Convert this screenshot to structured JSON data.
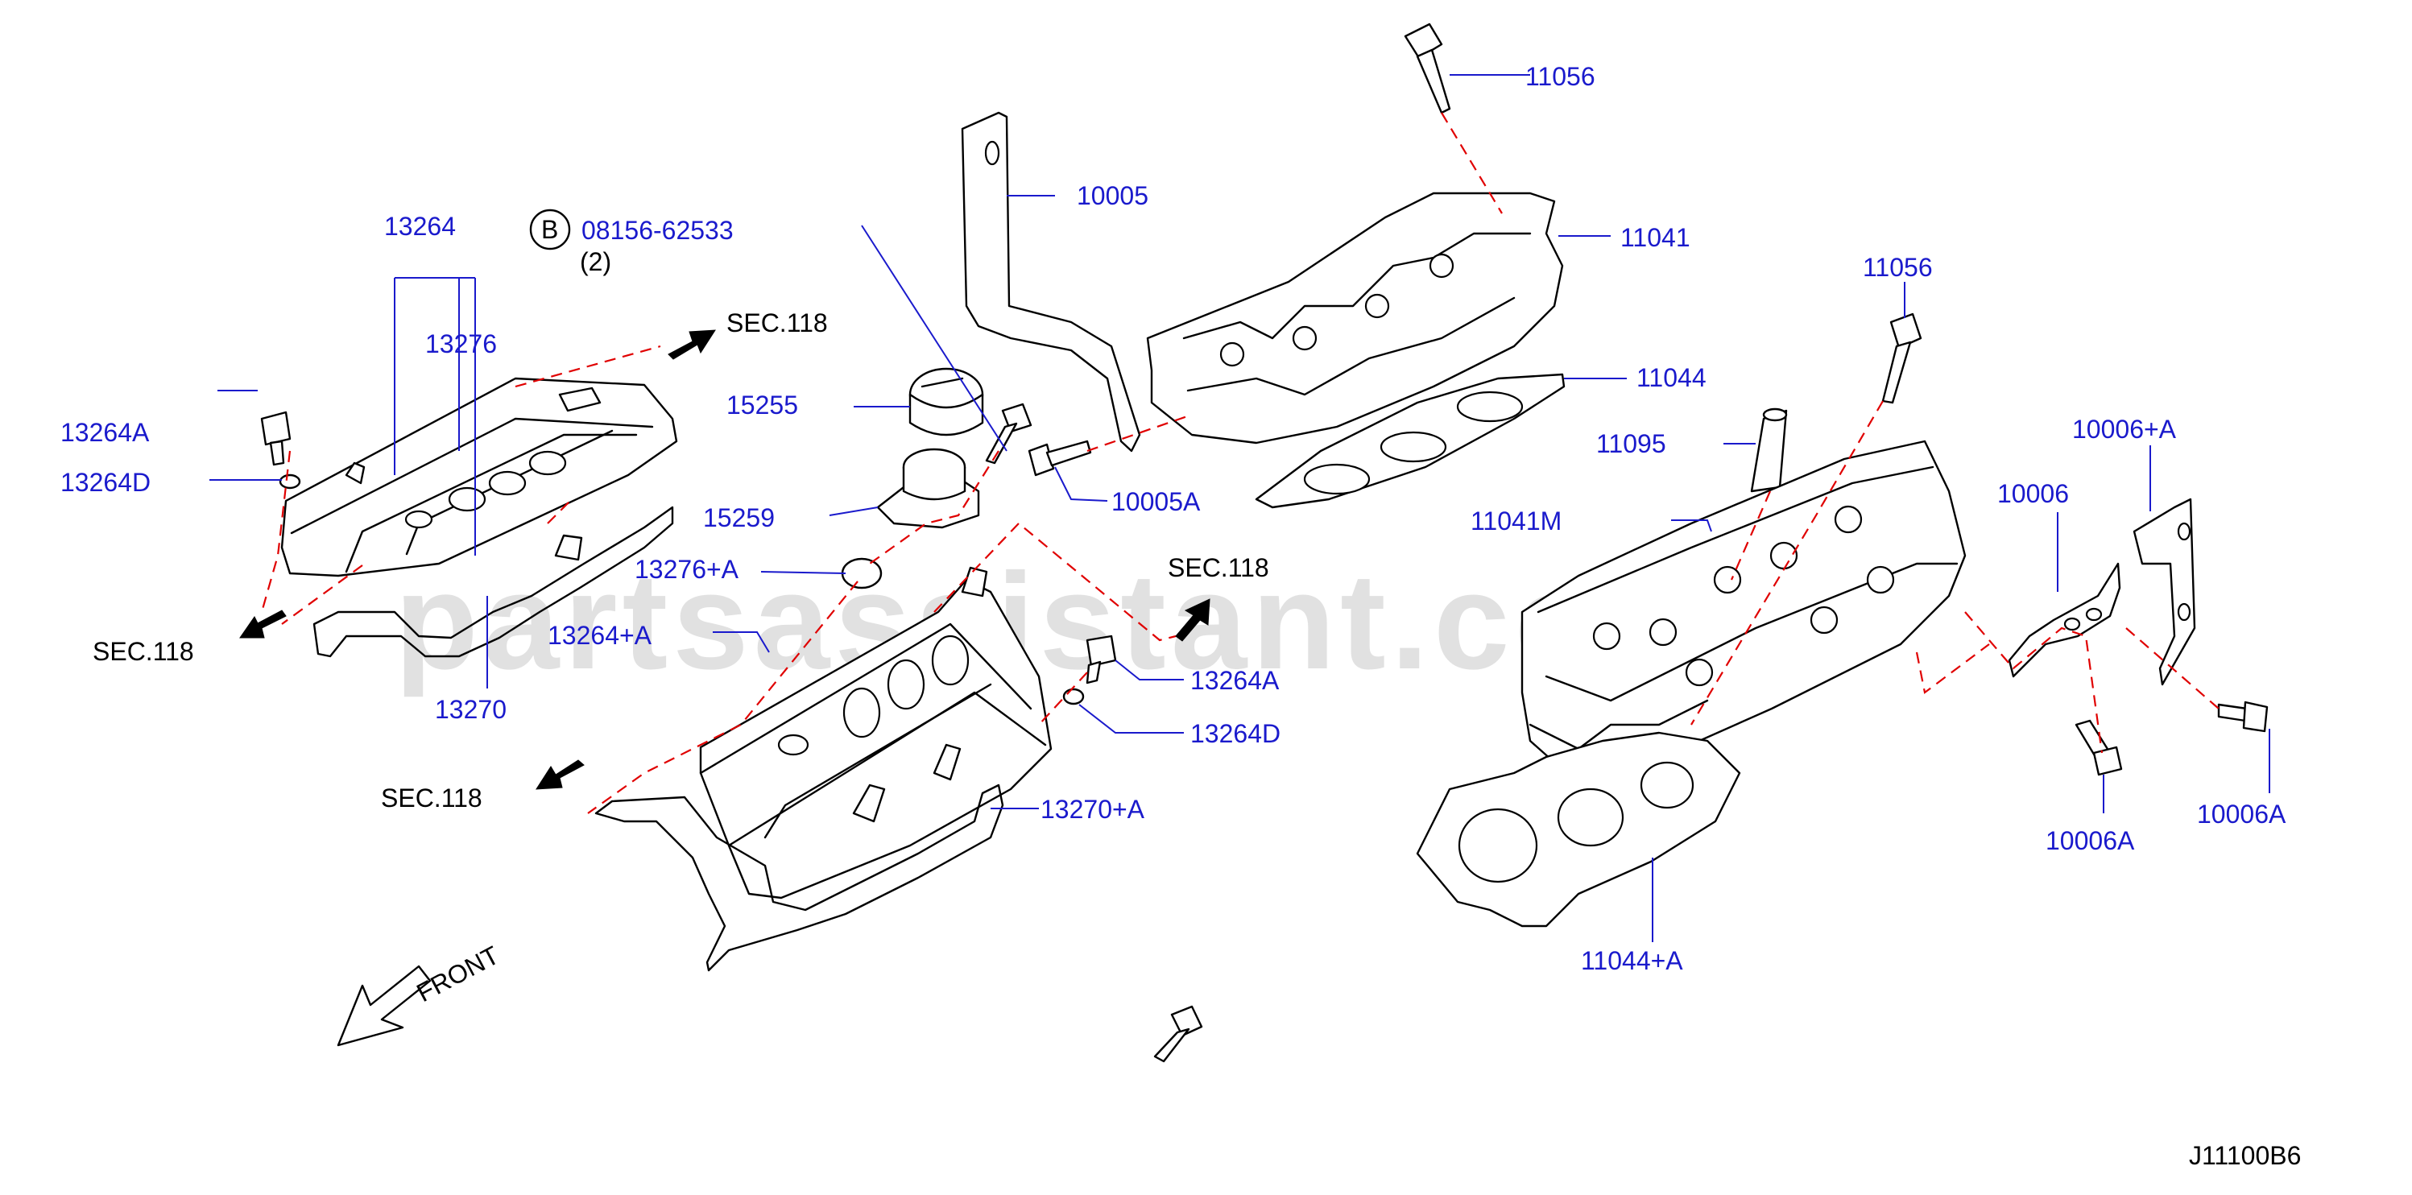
{
  "diagram_code": "J11100B6",
  "watermark": "partsassistant.com",
  "front_label": "FRONT",
  "colors": {
    "part_label": "#1a1acc",
    "dashed_line": "#e00000",
    "ink": "#000000",
    "watermark": "#c9c9c9"
  },
  "bolt_note": {
    "symbol": "B",
    "part_number": "08156-62533",
    "quantity": "(2)"
  },
  "section_refs": [
    "SEC.118",
    "SEC.118",
    "SEC.118",
    "SEC.118"
  ],
  "part_labels": [
    "13264",
    "13276",
    "13264A",
    "13264D",
    "13270",
    "10005",
    "15255",
    "15259",
    "13276+A",
    "13264+A",
    "10005A",
    "13264A",
    "13264D",
    "13270+A",
    "11056",
    "11041",
    "11044",
    "11056",
    "11095",
    "11041M",
    "10006+A",
    "10006",
    "10006A",
    "10006A",
    "11044+A"
  ]
}
